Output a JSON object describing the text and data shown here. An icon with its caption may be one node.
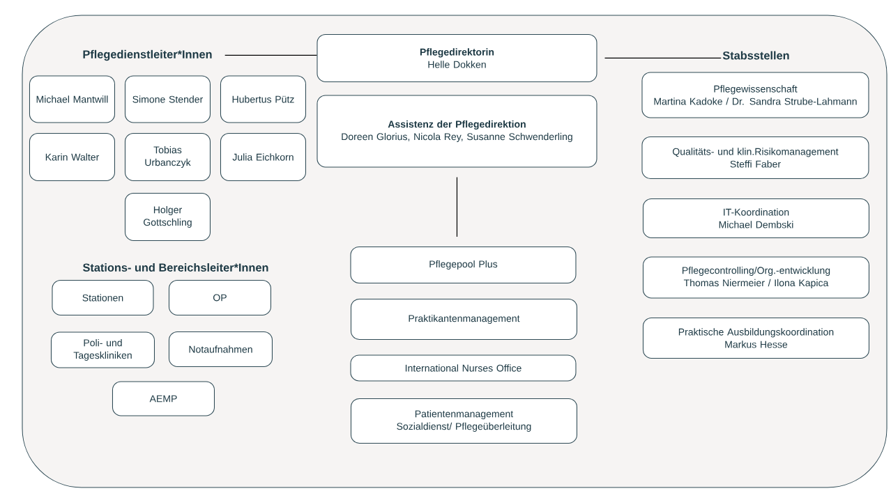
{
  "diagram": {
    "nodes": [
      {
        "text": [],
        "shape": "box"
      },
      {
        "text": [
          "Pflegedienstleiter*Innen"
        ],
        "in": 0
      },
      {
        "text": [
          "Pflegedirektorin",
          "Helle Dokken"
        ],
        "in": 0
      },
      {
        "text": [
          "Stabsstellen"
        ],
        "in": 0
      },
      {
        "text": [
          "Michael Mantwill"
        ],
        "in": 0
      },
      {
        "text": [
          "Simone Stender"
        ],
        "in": 0
      },
      {
        "text": [
          "Hubertus Pütz"
        ],
        "in": 0
      },
      {
        "text": [
          "Assistenz der Pflegedirektion",
          "Doreen Glorius, Nicola Rey, Susanne Schwenderling"
        ],
        "in": 0
      },
      {
        "text": [
          "Pflegewissenschaft",
          "Martina Kadoke / Dr. Sandra Strube-Lahmann"
        ],
        "in": 0
      },
      {
        "text": [
          "Karin Walter"
        ],
        "in": 0
      },
      {
        "text": [
          "Tobias Urbanczyk"
        ],
        "in": 0
      },
      {
        "text": [
          "Julia Eichkorn"
        ],
        "in": 0
      },
      {
        "text": [
          "Qualitäts- und klin.Risikomanagement",
          "Steffi Faber"
        ],
        "in": 0
      },
      {
        "text": [
          "IT-Koordination",
          "Michael Dembski"
        ],
        "in": 0
      },
      {
        "text": [
          "Holger Gottschling"
        ],
        "in": 0
      },
      {
        "text": [
          "Pflegepool Plus"
        ],
        "in": 0
      },
      {
        "text": [
          "Stationen"
        ],
        "in": 0
      },
      {
        "text": [
          "OP"
        ],
        "in": 0
      },
      {
        "text": [
          "Praktikantenmanagement"
        ],
        "in": 0
      },
      {
        "text": [
          "Pflegecontrolling/Org.-entwicklung",
          "Thomas Niermeier / Ilona Kapica"
        ],
        "in": 0
      },
      {
        "text": [
          "Poli- und Tageskliniken"
        ],
        "in": 0
      },
      {
        "text": [
          "Notaufnahmen"
        ],
        "in": 0
      },
      {
        "text": [
          "International Nurses Office"
        ],
        "in": 0
      },
      {
        "text": [
          "Praktische Ausbildungskoordination",
          "Markus Hesse"
        ],
        "in": 0
      },
      {
        "text": [
          "AEMP"
        ],
        "in": 0
      },
      {
        "text": [
          "Patientenmanagement",
          "Sozialdienst/ Pflegeüberleitung"
        ],
        "in": 0
      }
    ],
    "edges": [
      {
        "from": 1,
        "to": 2,
        "arrow": "none"
      },
      {
        "from": 2,
        "to": 3,
        "arrow": "none"
      },
      {
        "from": 7,
        "to": 15,
        "arrow": "none"
      }
    ],
    "labels": [
      "Stations- und Bereichsleiter*Innen"
    ]
  }
}
